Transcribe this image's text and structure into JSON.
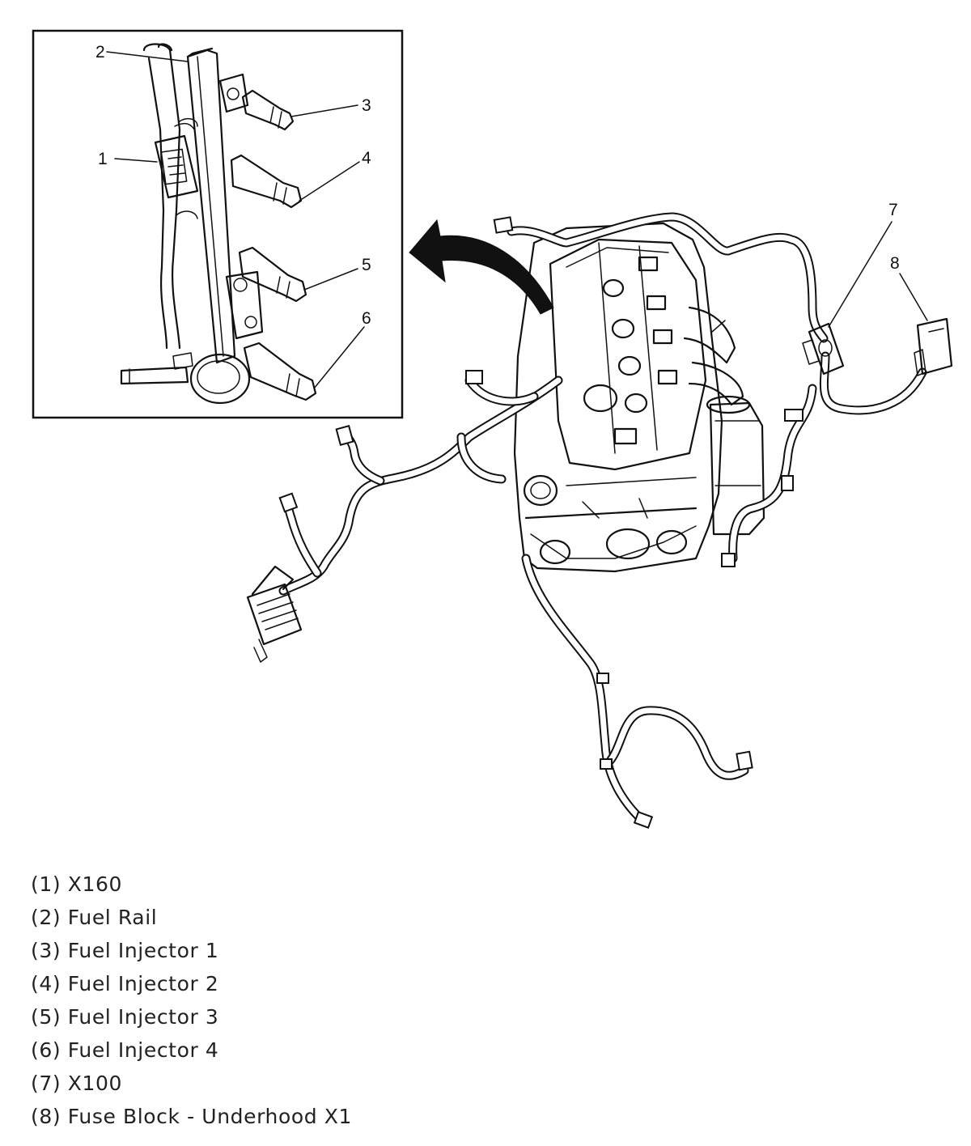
{
  "callouts": [
    "1",
    "2",
    "3",
    "4",
    "5",
    "6",
    "7",
    "8"
  ],
  "legend": [
    "(1) X160",
    "(2) Fuel Rail",
    "(3) Fuel Injector 1",
    "(4) Fuel Injector 2",
    "(5) Fuel Injector 3",
    "(6) Fuel Injector 4",
    "(7) X100",
    "(8) Fuse Block - Underhood X1"
  ]
}
